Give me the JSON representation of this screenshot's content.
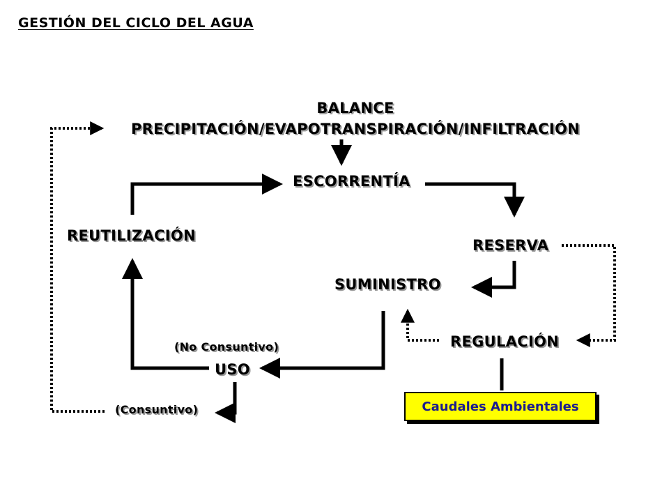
{
  "title": "GESTIÓN DEL CICLO DEL AGUA",
  "nodes": {
    "balance_line1": "BALANCE",
    "balance_line2": "PRECIPITACIÓN/EVAPOTRANSPIRACIÓN/INFILTRACIÓN",
    "escorrentia": "ESCORRENTÍA",
    "reutilizacion": "REUTILIZACIÓN",
    "reserva": "RESERVA",
    "suministro": "SUMINISTRO",
    "regulacion": "REGULACIÓN",
    "no_consuntivo": "(No Consuntivo)",
    "uso": "USO",
    "consuntivo": "(Consuntivo)",
    "caudales": "Caudales Ambientales"
  },
  "colors": {
    "highlight_box": "#ffff00",
    "highlight_text": "#1b1b8f",
    "line": "#000000"
  }
}
